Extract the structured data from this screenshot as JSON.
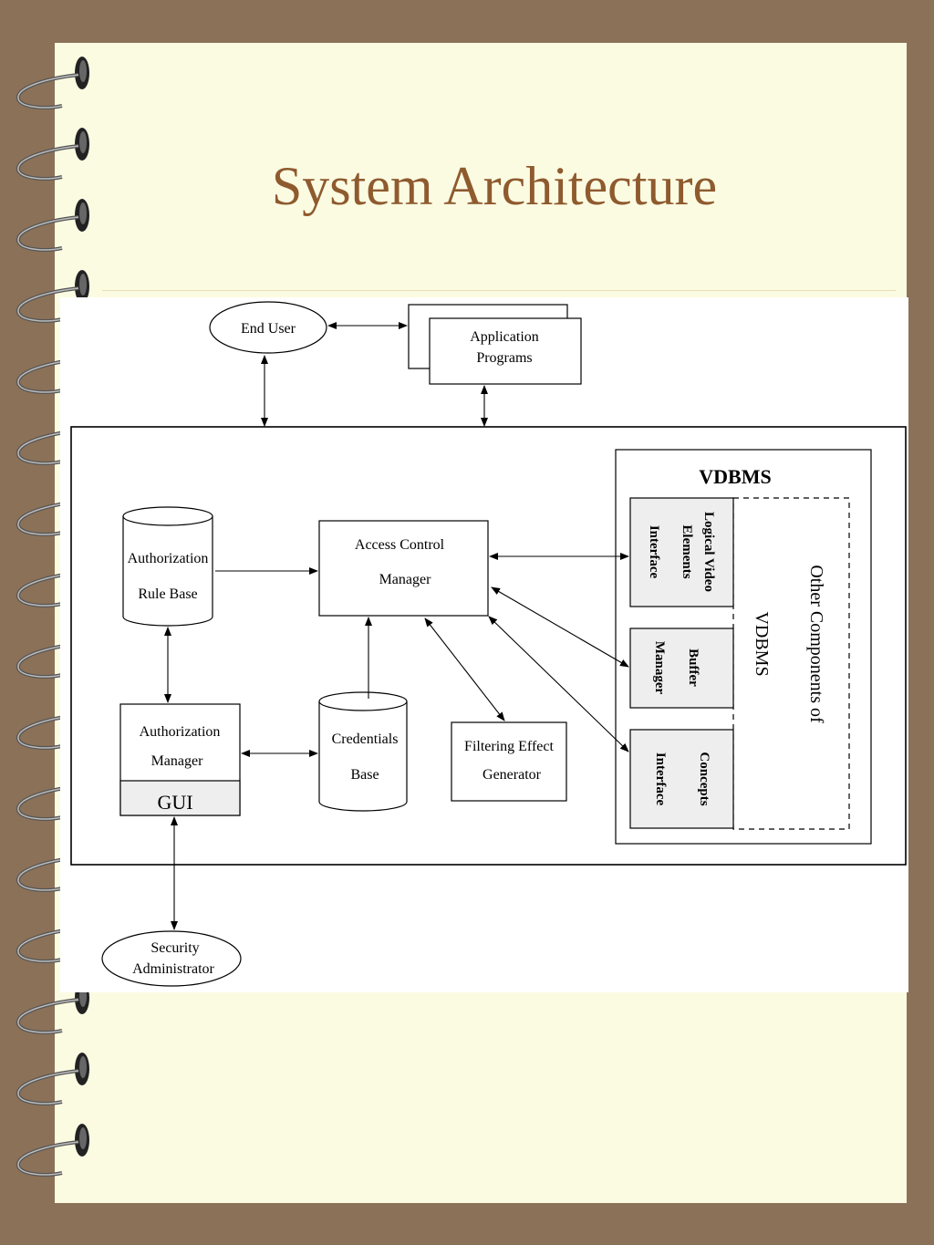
{
  "slide": {
    "title": "System Architecture"
  },
  "diagram": {
    "end_user": "End User",
    "application_programs": [
      "Application",
      "Programs"
    ],
    "authorization_rule_base": [
      "Authorization",
      "Rule Base"
    ],
    "access_control_manager": [
      "Access Control",
      "Manager"
    ],
    "authorization_manager": [
      "Authorization",
      "Manager"
    ],
    "gui": "GUI",
    "credentials_base": [
      "Credentials",
      "Base"
    ],
    "filtering_effect_generator": [
      "Filtering Effect",
      "Generator"
    ],
    "vdbms": "VDBMS",
    "logical_video_elements_interface": [
      "Logical Video",
      "Elements",
      "Interface"
    ],
    "buffer_manager": [
      "Buffer",
      "Manager"
    ],
    "concepts_interface": [
      "Concepts",
      "Interface"
    ],
    "other_components": [
      "Other Components of",
      "VDBMS"
    ],
    "security_administrator": [
      "Security",
      "Administrator"
    ]
  },
  "colors": {
    "page_background": "#fbfbe2",
    "border": "#8b7158",
    "title": "#8e5a2e",
    "gray_box": "#eeeeee"
  }
}
